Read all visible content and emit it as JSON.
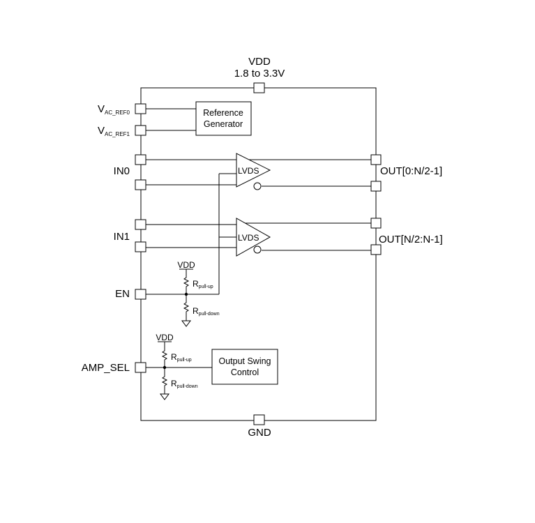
{
  "supply": {
    "name": "VDD",
    "range": "1.8 to 3.3V"
  },
  "ground": "GND",
  "pins_left": {
    "vac_ref0": {
      "main": "V",
      "sub": "AC_REF0"
    },
    "vac_ref1": {
      "main": "V",
      "sub": "AC_REF1"
    },
    "in0": "IN0",
    "in1": "IN1",
    "en": "EN",
    "amp_sel": "AMP_SEL"
  },
  "pins_right": {
    "out0": "OUT[0:N/2-1]",
    "out1": "OUT[N/2:N-1]"
  },
  "blocks": {
    "reference_generator": [
      "Reference",
      "Generator"
    ],
    "output_swing_control": [
      "Output Swing",
      "Control"
    ],
    "buffer_0": "LVDS",
    "buffer_1": "LVDS"
  },
  "resistors": {
    "vdd_label": "VDD",
    "pullup": {
      "main": "R",
      "sub": "pull-up"
    },
    "pulldown": {
      "main": "R",
      "sub": "pull-down"
    }
  }
}
